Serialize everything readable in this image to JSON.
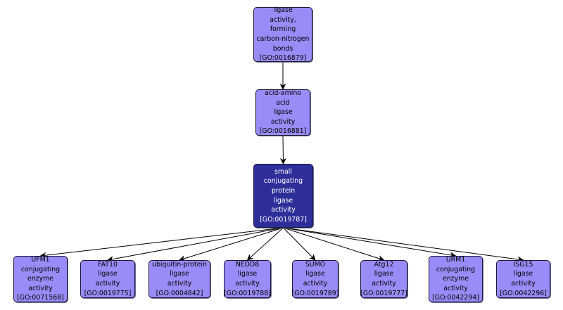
{
  "colors": {
    "node_fill": "#9a8cf8",
    "focus_fill": "#2e2e9a",
    "edge": "#000000"
  },
  "nodes": [
    {
      "id": "GO:0016879",
      "lines": [
        "ligase",
        "activity,",
        "forming",
        "carbon-nitrogen",
        "bonds",
        "[GO:0016879]"
      ],
      "focus": false
    },
    {
      "id": "GO:0016881",
      "lines": [
        "acid-amino",
        "acid",
        "ligase",
        "activity",
        "[GO:0016881]"
      ],
      "focus": false
    },
    {
      "id": "GO:0019787",
      "lines": [
        "small",
        "conjugating",
        "protein",
        "ligase",
        "activity",
        "[GO:0019787]"
      ],
      "focus": true
    },
    {
      "id": "GO:0071568",
      "lines": [
        "UFM1",
        "conjugating",
        "enzyme",
        "activity",
        "[GO:0071568]"
      ],
      "focus": false
    },
    {
      "id": "GO:0019775",
      "lines": [
        "FAT10",
        "ligase",
        "activity",
        "[GO:0019775]"
      ],
      "focus": false
    },
    {
      "id": "GO:0004842",
      "lines": [
        "ubiquitin-protein",
        "ligase",
        "activity",
        "[GO:0004842]"
      ],
      "focus": false
    },
    {
      "id": "GO:0019788",
      "lines": [
        "NEDD8",
        "ligase",
        "activity",
        "[GO:0019788]"
      ],
      "focus": false
    },
    {
      "id": "GO:0019789",
      "lines": [
        "SUMO",
        "ligase",
        "activity",
        "[GO:0019789]"
      ],
      "focus": false
    },
    {
      "id": "GO:0019777",
      "lines": [
        "Atg12",
        "ligase",
        "activity",
        "[GO:0019777]"
      ],
      "focus": false
    },
    {
      "id": "GO:0042294",
      "lines": [
        "URM1",
        "conjugating",
        "enzyme",
        "activity",
        "[GO:0042294]"
      ],
      "focus": false
    },
    {
      "id": "GO:0042296",
      "lines": [
        "ISG15",
        "ligase",
        "activity",
        "[GO:0042296]"
      ],
      "focus": false
    }
  ],
  "edges": [
    {
      "from": "GO:0016879",
      "to": "GO:0016881"
    },
    {
      "from": "GO:0016881",
      "to": "GO:0019787"
    },
    {
      "from": "GO:0019787",
      "to": "GO:0071568"
    },
    {
      "from": "GO:0019787",
      "to": "GO:0019775"
    },
    {
      "from": "GO:0019787",
      "to": "GO:0004842"
    },
    {
      "from": "GO:0019787",
      "to": "GO:0019788"
    },
    {
      "from": "GO:0019787",
      "to": "GO:0019789"
    },
    {
      "from": "GO:0019787",
      "to": "GO:0019777"
    },
    {
      "from": "GO:0019787",
      "to": "GO:0042294"
    },
    {
      "from": "GO:0019787",
      "to": "GO:0042296"
    }
  ]
}
